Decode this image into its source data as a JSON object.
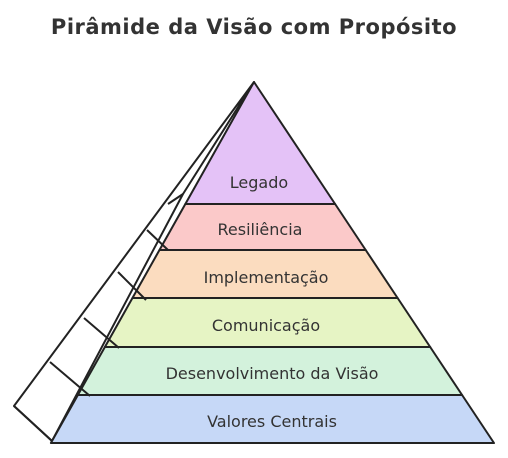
{
  "title": "Pirâmide da Visão com Propósito",
  "levels": [
    {
      "label": "Legado",
      "color": "#e4c2f7"
    },
    {
      "label": "Resiliência",
      "color": "#fbc9c9"
    },
    {
      "label": "Implementação",
      "color": "#fbdcbf"
    },
    {
      "label": "Comunicação",
      "color": "#e6f4c4"
    },
    {
      "label": "Desenvolvimento da Visão",
      "color": "#d3f2dc"
    },
    {
      "label": "Valores Centrais",
      "color": "#c6d8f7"
    }
  ],
  "colors": {
    "outline": "#222222",
    "text": "#333333"
  }
}
